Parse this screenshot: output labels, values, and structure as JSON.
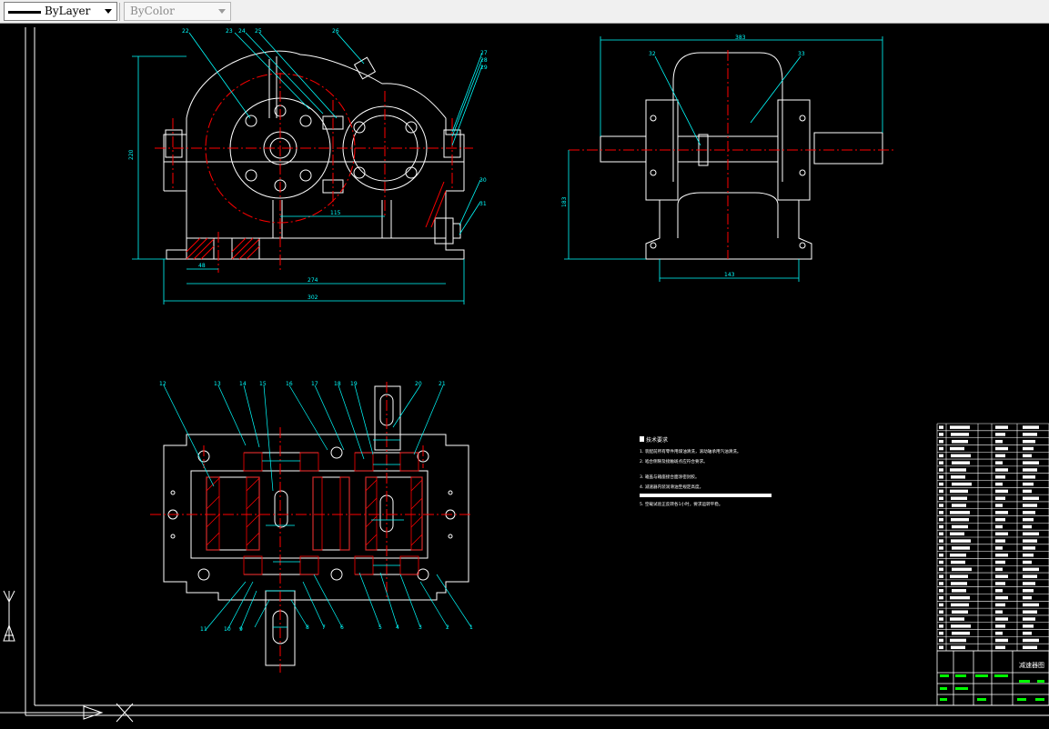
{
  "toolbar": {
    "layer_value": "ByLayer",
    "color_value": "ByColor"
  },
  "drawing": {
    "tech_req_title": "技术要求",
    "tech_req_lines": [
      "1. 装配前所有零件用煤油清洗，滚动轴承用汽油清洗。",
      "2. 啮合侧隙及接触斑点应符合要求。",
      "3. 箱盖与箱座接合面涂密封胶。",
      "4. 减速器内装润滑油至规定高度。",
      "5. 空载试验正反转各1小时，要求运转平稳。"
    ],
    "title_block_name": "减速器图",
    "dims": {
      "height_left": "220",
      "width_274": "274",
      "width_302": "302",
      "dim_48": "48",
      "dim_115": "115",
      "side_width": "383",
      "side_height": "183",
      "side_base": "143"
    },
    "part_numbers_front": [
      "22",
      "23",
      "24",
      "25",
      "26",
      "27",
      "28",
      "29",
      "30",
      "31"
    ],
    "part_numbers_side": [
      "32",
      "33"
    ],
    "part_numbers_plan_top": [
      "12",
      "13",
      "14",
      "15",
      "16",
      "17",
      "18",
      "19",
      "20",
      "21"
    ],
    "part_numbers_plan_bottom": [
      "11",
      "10",
      "9",
      "8",
      "7",
      "6",
      "5",
      "4",
      "3",
      "2",
      "1"
    ]
  },
  "colors": {
    "background": "#000000",
    "geometry": "#ffffff",
    "centerline": "#ff0000",
    "dimension": "#00ffff",
    "hatch": "#ff0000",
    "title_green": "#00ff00",
    "leader": "#00ffff"
  }
}
